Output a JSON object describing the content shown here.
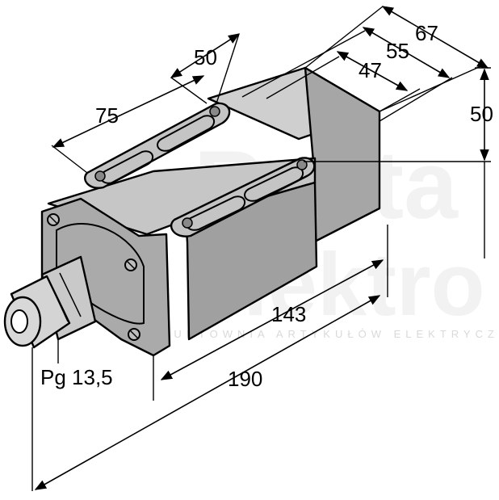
{
  "dimensions": {
    "d67": "67",
    "d55": "55",
    "d47": "47",
    "d50_top": "50",
    "d50_side": "50",
    "d75": "75",
    "d143": "143",
    "d190": "190"
  },
  "thread_label": "Pg 13,5",
  "watermark": {
    "line1": "Rasta",
    "line2": "elektro",
    "line3": "HURTOWNIA ARTYKUŁÓW ELEKTRYCZNYCH"
  },
  "colors": {
    "housing_top": "#c8c8c8",
    "housing_side": "#9a9a9a",
    "housing_front": "#b4b4b4",
    "flange": "#a8a8a8",
    "cap": "#cfcfcf"
  }
}
